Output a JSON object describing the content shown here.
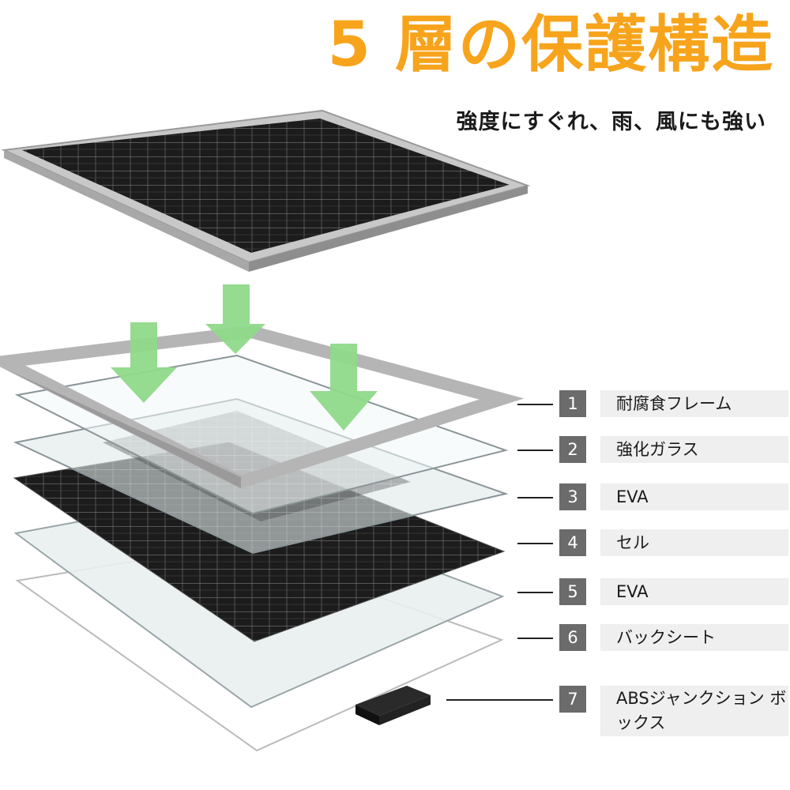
{
  "title": "5 層の保護構造",
  "subtitle": "強度にすぐれ、雨、風にも強い",
  "layers": [
    {
      "number": "1",
      "name": "耐腐食フレーム"
    },
    {
      "number": "2",
      "name": "強化ガラス"
    },
    {
      "number": "3",
      "name": "EVA"
    },
    {
      "number": "4",
      "name": "セル"
    },
    {
      "number": "5",
      "name": "EVA"
    },
    {
      "number": "6",
      "name": "バックシート"
    },
    {
      "number": "7",
      "name": "ABSジャンクション ボックス"
    }
  ],
  "colors": {
    "title": "#f7a41c",
    "arrow": "#8fd98a",
    "frame": "#b5b5b5",
    "cell": "#1c1c1c",
    "number_box": "#6b6b6b",
    "label_box": "#efefef"
  },
  "icons": [
    "down-arrow-icon",
    "solar-panel-icon",
    "junction-box-icon"
  ]
}
